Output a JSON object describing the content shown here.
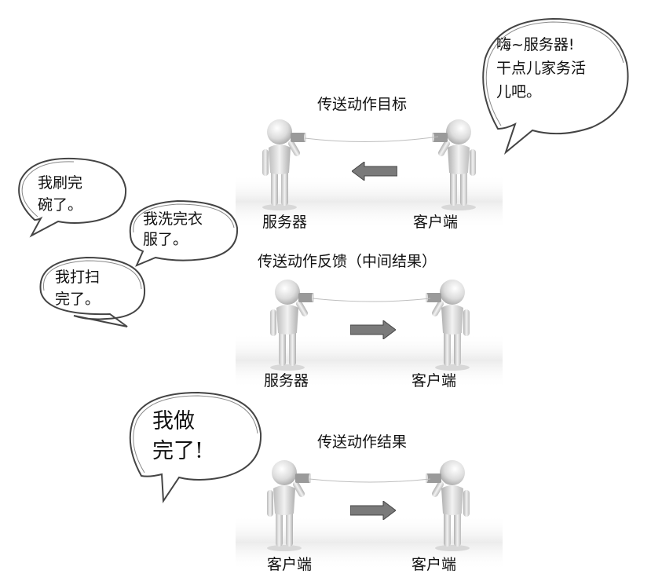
{
  "panels": [
    {
      "title": "传送动作目标",
      "left_label": "服务器",
      "right_label": "客户端"
    },
    {
      "title": "传送动作反馈（中间结果）",
      "left_label": "服务器",
      "right_label": "客户端"
    },
    {
      "title": "传送动作结果",
      "left_label": "客户端",
      "right_label": "客户端"
    }
  ],
  "bubbles": {
    "client_request": [
      "嗨~服务器!",
      "干点儿家务活",
      "儿吧。"
    ],
    "dishes": [
      "我刷完",
      "碗了。"
    ],
    "laundry": [
      "我洗完衣",
      "服了。"
    ],
    "cleaning": [
      "我打扫",
      "完了。"
    ],
    "done": [
      "我做",
      "完了!"
    ]
  },
  "colors": {
    "arrow": "#7a7a7a",
    "figure": "#e6e6e6",
    "outline": "#444444"
  }
}
